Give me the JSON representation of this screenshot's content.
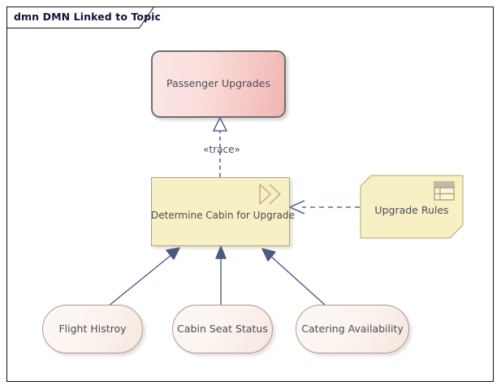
{
  "diagram": {
    "tab_title": "dmn DMN Linked to Topic",
    "background": "#ffffff",
    "border_color": "#111111"
  },
  "nodes": [
    {
      "id": "passenger-upgrades",
      "label": "Passenger Upgrades",
      "shape": "rounded-rectangle",
      "fill_start": "#fbe6e4",
      "fill_end": "#f1b5b2",
      "border_color": "#6f6f6f"
    },
    {
      "id": "determine-cabin",
      "label": "Determine Cabin for Upgrade",
      "shape": "rectangle",
      "fill": "#f7f0c4",
      "border_color": "#b3a471",
      "icon": "double-chevron-icon"
    },
    {
      "id": "upgrade-rules",
      "label": "Upgrade Rules",
      "shape": "cut-corner-note",
      "fill": "#f7f0c4",
      "border_color": "#b3a471",
      "icon": "table-icon"
    },
    {
      "id": "flight-history",
      "label": "Flight Histroy",
      "shape": "stadium",
      "fill_start": "#fdf8f4",
      "fill_end": "#f5e6de",
      "border_color": "#b09890"
    },
    {
      "id": "cabin-seat-status",
      "label": "Cabin Seat Status",
      "shape": "stadium",
      "fill_start": "#fdf8f4",
      "fill_end": "#f5e6de",
      "border_color": "#b09890"
    },
    {
      "id": "catering-availability",
      "label": "Catering Availability",
      "shape": "stadium",
      "fill_start": "#fdf8f4",
      "fill_end": "#f5e6de",
      "border_color": "#b09890"
    }
  ],
  "connectors": [
    {
      "id": "trace",
      "from": "determine-cabin",
      "to": "passenger-upgrades",
      "style": "dashed",
      "arrowhead": "hollow-triangle",
      "stereotype": "«trace»",
      "color": "#5a6a93"
    },
    {
      "id": "upgrade-rules-dependency",
      "from": "upgrade-rules",
      "to": "determine-cabin",
      "style": "dashed",
      "arrowhead": "open-arrow",
      "color": "#5a6a93"
    },
    {
      "id": "flight-history-input",
      "from": "flight-history",
      "to": "determine-cabin",
      "style": "solid",
      "arrowhead": "filled-triangle",
      "color": "#4a5a82"
    },
    {
      "id": "cabin-seat-input",
      "from": "cabin-seat-status",
      "to": "determine-cabin",
      "style": "solid",
      "arrowhead": "filled-triangle",
      "color": "#4a5a82"
    },
    {
      "id": "catering-input",
      "from": "catering-availability",
      "to": "determine-cabin",
      "style": "solid",
      "arrowhead": "filled-triangle",
      "color": "#4a5a82"
    }
  ]
}
